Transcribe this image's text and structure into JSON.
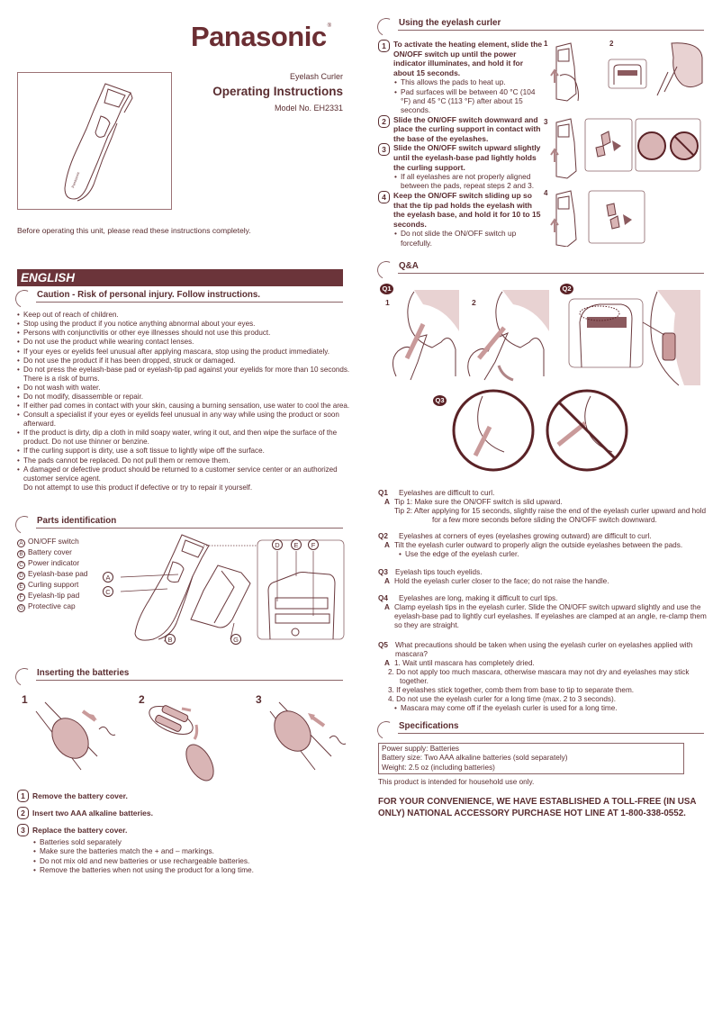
{
  "header": {
    "brand": "Panasonic",
    "registered_mark": "®",
    "product_name": "Eyelash Curler",
    "title": "Operating Instructions",
    "model": "Model No. EH2331",
    "before_note": "Before operating this unit, please read these instructions completely."
  },
  "language_banner": "ENGLISH",
  "colors": {
    "brand": "#6b2e33",
    "banner_bg": "#6b343a",
    "text": "#5a2d30",
    "illustration_fill": "#d9b5b5"
  },
  "caution": {
    "title": "Caution - Risk of personal injury. Follow instructions.",
    "items": [
      "Keep out of reach of children.",
      "Stop using the product if you notice anything abnormal about your eyes.",
      "Persons with conjunctivitis or other eye illnesses should not use this product.",
      "Do not use the product while wearing contact lenses.",
      "If your eyes or eyelids feel unusual after applying mascara, stop using the product immediately.",
      "Do not use the product if it has been dropped, struck or damaged.",
      "Do not press the eyelash-base pad or eyelash-tip pad against your eyelids for more than 10 seconds. There is a risk of burns.",
      "Do not wash with water.",
      "Do not modify, disassemble or repair.",
      "If either pad comes in contact with your skin, causing a burning sensation, use water to cool the area.",
      "Consult a specialist if your eyes or eyelids feel unusual in any way while using the product or soon afterward.",
      "If the product is dirty, dip a cloth in mild soapy water, wring it out, and then wipe the surface of the product. Do not use thinner or benzine.",
      "If the curling support is dirty, use a soft tissue to lightly wipe off the surface.",
      "The pads cannot be replaced. Do not pull them or remove them.",
      "A damaged or defective product should be returned to a customer service center or an authorized customer service agent."
    ],
    "final_note": "Do not attempt to use this product if defective or try to repair it yourself."
  },
  "parts": {
    "title": "Parts identification",
    "items": [
      {
        "letter": "A",
        "label": "ON/OFF switch"
      },
      {
        "letter": "B",
        "label": "Battery cover"
      },
      {
        "letter": "C",
        "label": "Power indicator"
      },
      {
        "letter": "D",
        "label": "Eyelash-base pad"
      },
      {
        "letter": "E",
        "label": "Curling support"
      },
      {
        "letter": "F",
        "label": "Eyelash-tip pad"
      },
      {
        "letter": "G",
        "label": "Protective cap"
      }
    ]
  },
  "batteries": {
    "title": "Inserting the batteries",
    "figure_labels": [
      "1",
      "2",
      "3"
    ],
    "steps": [
      {
        "num": "1",
        "label": "Remove the battery cover."
      },
      {
        "num": "2",
        "label": "Insert two AAA alkaline batteries."
      },
      {
        "num": "3",
        "label": "Replace the battery cover."
      }
    ],
    "notes": [
      "Batteries sold separately",
      "Make sure the batteries match the + and – markings.",
      "Do not mix old and new batteries or use rechargeable batteries.",
      "Remove the batteries when not using the product for a long time."
    ]
  },
  "using": {
    "title": "Using the eyelash curler",
    "figure_labels": [
      "1",
      "2",
      "3",
      "4"
    ],
    "steps": [
      {
        "num": "1",
        "text": "To activate the heating element, slide the ON/OFF switch up until the power indicator illuminates, and hold it for about 15 seconds.",
        "notes": [
          "This allows the pads to heat up.",
          "Pad surfaces will be between 40 °C (104 °F) and 45 °C (113 °F) after about 15 seconds."
        ]
      },
      {
        "num": "2",
        "text": "Slide the ON/OFF switch downward and place the curling support in contact with the base of the eyelashes.",
        "notes": []
      },
      {
        "num": "3",
        "text": "Slide the ON/OFF switch upward slightly until the eyelash-base pad lightly holds the curling support.",
        "notes": [
          "If all eyelashes are not properly aligned between the pads, repeat steps 2 and 3."
        ]
      },
      {
        "num": "4",
        "text": "Keep the ON/OFF switch sliding up so that the tip pad holds the eyelash with the eyelash base, and hold it for 10 to 15 seconds.",
        "notes": [
          "Do not slide the ON/OFF switch up forcefully."
        ]
      }
    ]
  },
  "qa": {
    "title": "Q&A",
    "figure_badges": [
      "Q1",
      "Q2",
      "Q3"
    ],
    "q1_sub_labels": [
      "1",
      "2"
    ],
    "items": [
      {
        "q": "Q1",
        "question": "Eyelashes are difficult to curl.",
        "answer_lines": [
          "Tip 1:  Make sure the ON/OFF switch is slid upward.",
          "Tip 2: After applying for 15 seconds, slightly raise the end of the eyelash curler upward and hold for a few more seconds before sliding the ON/OFF switch downward."
        ]
      },
      {
        "q": "Q2",
        "question": "Eyelashes at corners of eyes (eyelashes growing outward) are difficult to curl.",
        "answer_lines": [
          "Tilt the eyelash curler outward to properly align the outside eyelashes between the pads."
        ],
        "answer_note": "Use the edge of the eyelash curler."
      },
      {
        "q": "Q3",
        "question": "Eyelash tips touch eyelids.",
        "answer_lines": [
          "Hold the eyelash curler closer to the face; do not raise the handle."
        ]
      },
      {
        "q": "Q4",
        "question": "Eyelashes are long, making it difficult to curl tips.",
        "answer_lines": [
          "Clamp eyelash tips in the eyelash curler. Slide the ON/OFF switch upward slightly and use the eyelash-base pad to lightly curl eyelashes. If eyelashes are clamped at an angle, re-clamp them so they are straight."
        ]
      },
      {
        "q": "Q5",
        "question": "What precautions should be taken when using the eyelash curler on eyelashes applied with mascara?",
        "answer_lines": [
          "1.  Wait until mascara has completely dried.",
          "2.  Do not apply too much mascara, otherwise mascara may not dry and eyelashes may stick together.",
          "3.  If eyelashes stick together, comb them from base to tip to separate them.",
          "4.  Do not use the eyelash curler for a long time (max. 2 to 3 seconds)."
        ],
        "answer_note": "Mascara may come off if the eyelash curler is used for a long time."
      }
    ],
    "answer_marker": "A"
  },
  "specifications": {
    "title": "Specifications",
    "rows": [
      "Power supply: Batteries",
      "Battery size: Two AAA alkaline batteries (sold separately)",
      "Weight: 2.5 oz (including batteries)"
    ],
    "household_note": "This product is intended for household use only."
  },
  "toll_free": "FOR YOUR CONVENIENCE, WE HAVE ESTABLISHED A TOLL-FREE (IN USA ONLY) NATIONAL ACCESSORY PURCHASE HOT LINE AT 1-800-338-0552."
}
